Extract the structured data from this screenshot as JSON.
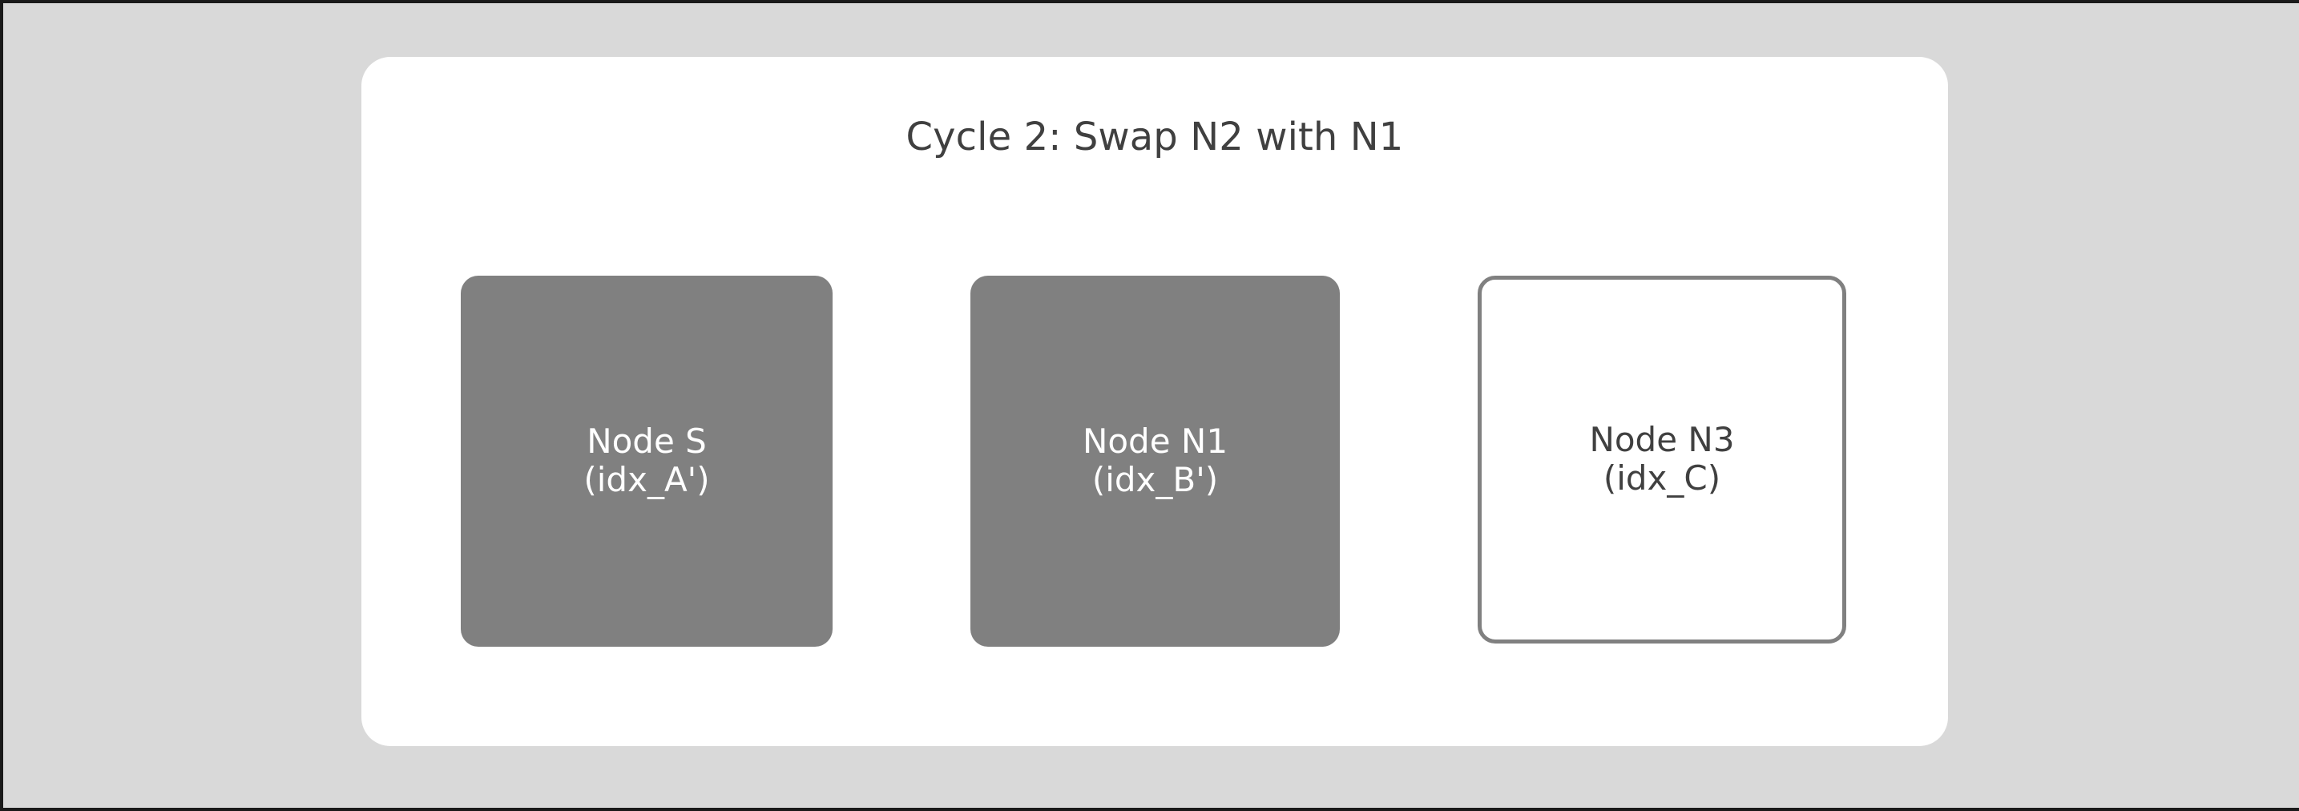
{
  "canvas": {
    "background_color": "#d9d9d9",
    "border_color": "#1a1a1a"
  },
  "card": {
    "background_color": "#ffffff",
    "title": "Cycle 2: Swap N2 with N1",
    "title_color": "#404040"
  },
  "nodes": [
    {
      "name": "Node S",
      "index": "(idx_A')",
      "style": "filled",
      "fill_color": "#808080",
      "text_color": "#ffffff"
    },
    {
      "name": "Node N1",
      "index": "(idx_B')",
      "style": "filled",
      "fill_color": "#808080",
      "text_color": "#ffffff"
    },
    {
      "name": "Node N3",
      "index": "(idx_C)",
      "style": "outlined",
      "fill_color": "#ffffff",
      "border_color": "#808080",
      "text_color": "#404040"
    }
  ]
}
